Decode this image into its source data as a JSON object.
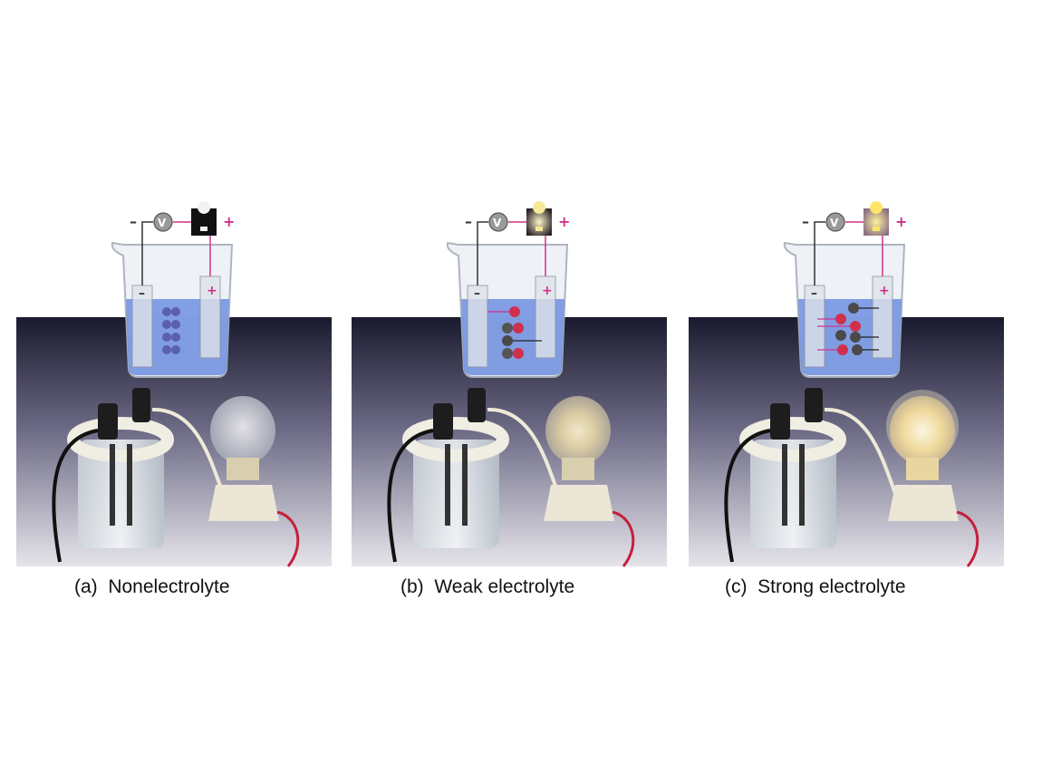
{
  "panels": [
    {
      "id": "a",
      "caption": "(a)  Nonelectrolyte",
      "bulb_state": "off",
      "meter_label": "V",
      "minus_symbol": "–",
      "plus_symbol": "+"
    },
    {
      "id": "b",
      "caption": "(b)  Weak electrolyte",
      "bulb_state": "dim",
      "meter_label": "V",
      "minus_symbol": "–",
      "plus_symbol": "+"
    },
    {
      "id": "c",
      "caption": "(c)  Strong electrolyte",
      "bulb_state": "bright",
      "meter_label": "V",
      "minus_symbol": "–",
      "plus_symbol": "+"
    }
  ],
  "colors": {
    "solution": "#6f8fe0",
    "wire_pink": "#d0308c",
    "cation": "#d0304c",
    "anion": "#4a4a4a",
    "molecule": "#5b5fae"
  }
}
